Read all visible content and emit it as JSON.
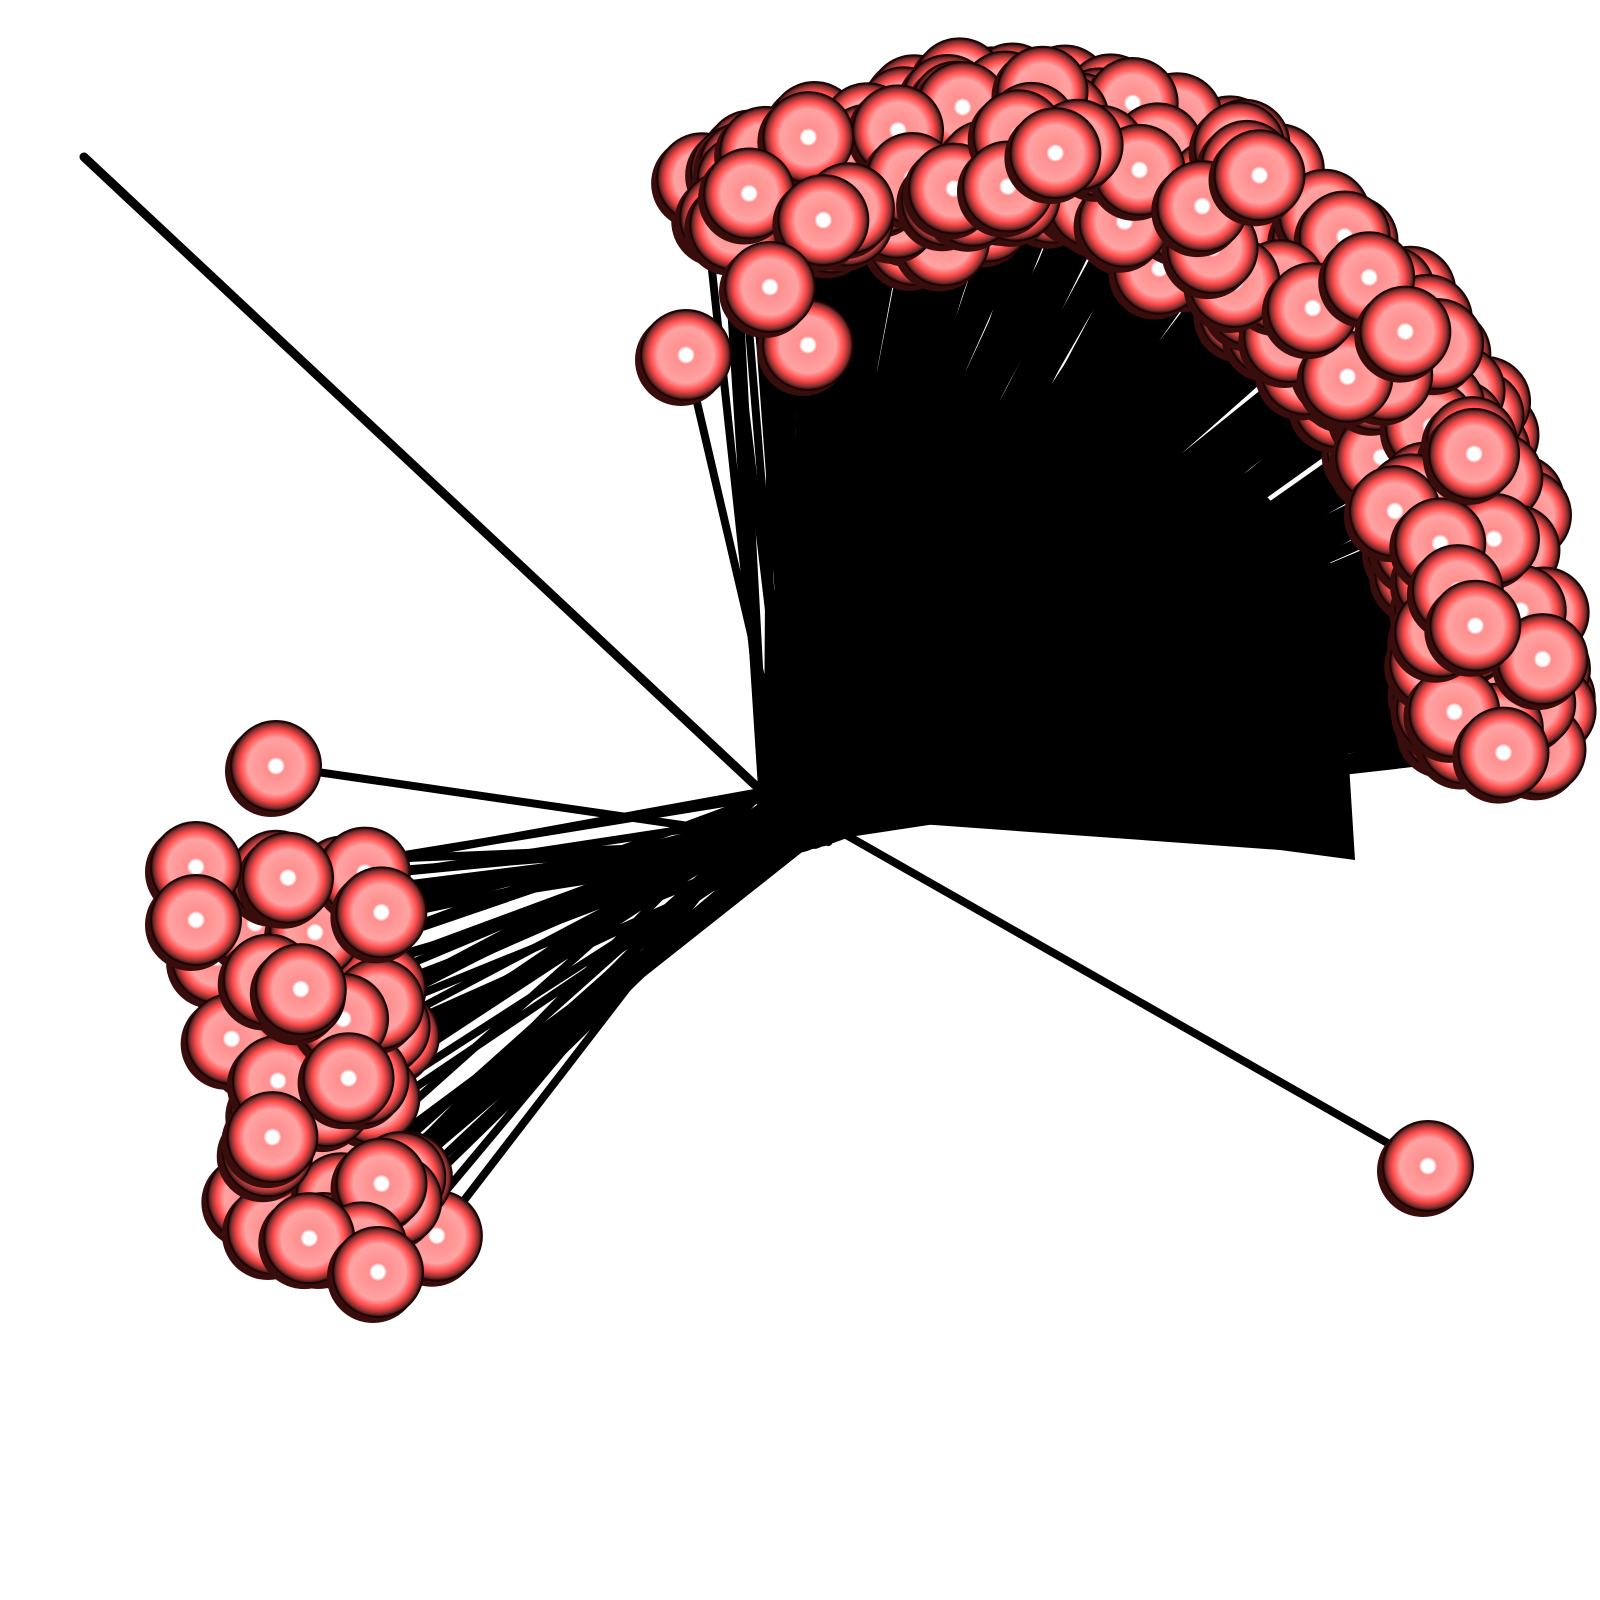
{
  "diagram": {
    "type": "3d-ball-and-stick-network",
    "hub_count": 1,
    "leaf_node_count": 420,
    "visible_text": "",
    "colors": {
      "background": "#ffffff",
      "edge": "#000000",
      "node_base": "#ff8a8a",
      "node_rim": "#ff3b3b",
      "node_shadow": "#6b2a2a",
      "node_highlight": "#ffffff",
      "node_outline": "#1a0505"
    }
  }
}
